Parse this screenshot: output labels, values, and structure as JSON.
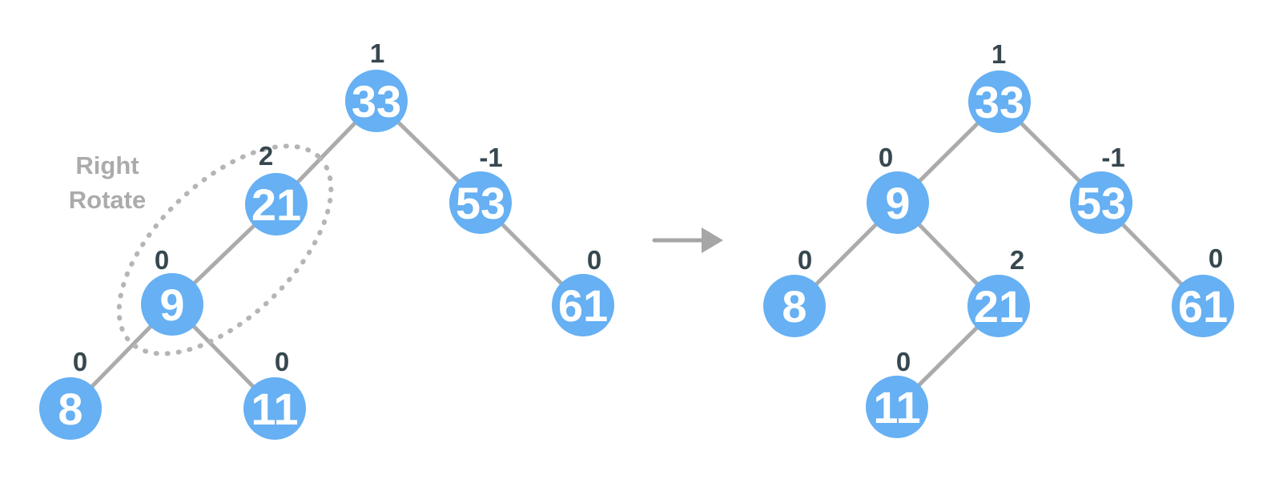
{
  "colors": {
    "background": "#FFFFFF",
    "node_fill": "#66B0F3",
    "node_text": "#FFFFFF",
    "balance_text": "#37474F",
    "edge": "#ABABAB",
    "dashed_outline": "#B5B5B5",
    "annotation_text": "#ABABAB",
    "arrow": "#A6A6A6"
  },
  "annotation": {
    "lines": [
      "Right",
      "Rotate"
    ]
  },
  "before": {
    "nodes": {
      "n33": {
        "value": "33",
        "balance": "1"
      },
      "n21": {
        "value": "21",
        "balance": "2"
      },
      "n53": {
        "value": "53",
        "balance": "-1"
      },
      "n9": {
        "value": "9",
        "balance": "0"
      },
      "n61": {
        "value": "61",
        "balance": "0"
      },
      "n8": {
        "value": "8",
        "balance": "0"
      },
      "n11": {
        "value": "11",
        "balance": "0"
      }
    }
  },
  "after": {
    "nodes": {
      "n33": {
        "value": "33",
        "balance": "1"
      },
      "n9": {
        "value": "9",
        "balance": "0"
      },
      "n53": {
        "value": "53",
        "balance": "-1"
      },
      "n8": {
        "value": "8",
        "balance": "0"
      },
      "n21": {
        "value": "21",
        "balance": "2"
      },
      "n61": {
        "value": "61",
        "balance": "0"
      },
      "n11": {
        "value": "11",
        "balance": "0"
      }
    }
  }
}
